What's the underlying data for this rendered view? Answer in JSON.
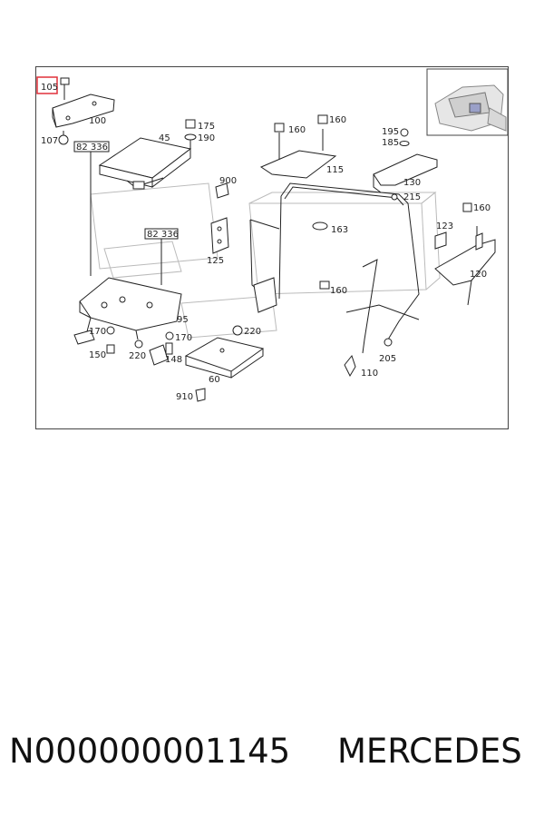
{
  "diagram": {
    "callouts": {
      "c105": "105",
      "c100": "100",
      "c107": "107",
      "c82a": "82 336",
      "c45": "45",
      "c175": "175",
      "c190": "190",
      "c900": "900",
      "c82b": "82 336",
      "c125": "125",
      "c95": "95",
      "c170a": "170",
      "c150": "150",
      "c220a": "220",
      "c148": "148",
      "c170b": "170",
      "c220b": "220",
      "c60": "60",
      "c910": "910",
      "c160a": "160",
      "c160b": "160",
      "c115": "115",
      "c163": "163",
      "c160c": "160",
      "c195": "195",
      "c185": "185",
      "c130": "130",
      "c215": "215",
      "c123": "123",
      "c160d": "160",
      "c120": "120",
      "c205": "205",
      "c110": "110"
    },
    "highlight_color": "#e0303a"
  },
  "footer": {
    "part_number": "N000000001145",
    "brand": "MERCEDES"
  }
}
